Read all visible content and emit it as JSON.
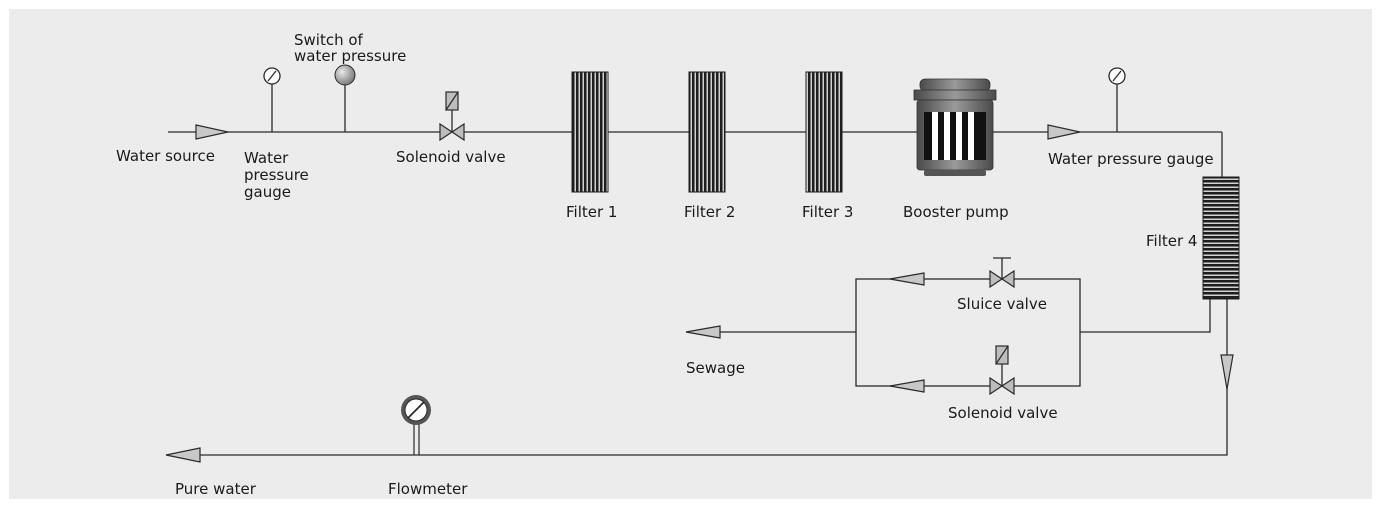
{
  "labels": {
    "water_source": "Water source",
    "water_pressure_gauge_1_line1": "Water",
    "water_pressure_gauge_1_line2": "pressure",
    "water_pressure_gauge_1_line3": "gauge",
    "switch_line1": "Switch of",
    "switch_line2": "water pressure",
    "solenoid_valve_1": "Solenoid valve",
    "filter_1": "Filter 1",
    "filter_2": "Filter 2",
    "filter_3": "Filter 3",
    "booster_pump": "Booster pump",
    "water_pressure_gauge_2": "Water pressure gauge",
    "filter_4": "Filter 4",
    "sluice_valve": "Sluice valve",
    "solenoid_valve_2": "Solenoid valve",
    "sewage": "Sewage",
    "flowmeter": "Flowmeter",
    "pure_water": "Pure water"
  },
  "colors": {
    "panel": "#ececec",
    "line": "#2a2a2a",
    "arrow_fill": "#c8c8c8",
    "filter_dark": "#1e1e1e",
    "pump_body": "#6a6a6a",
    "gauge_face": "#ffffff"
  }
}
